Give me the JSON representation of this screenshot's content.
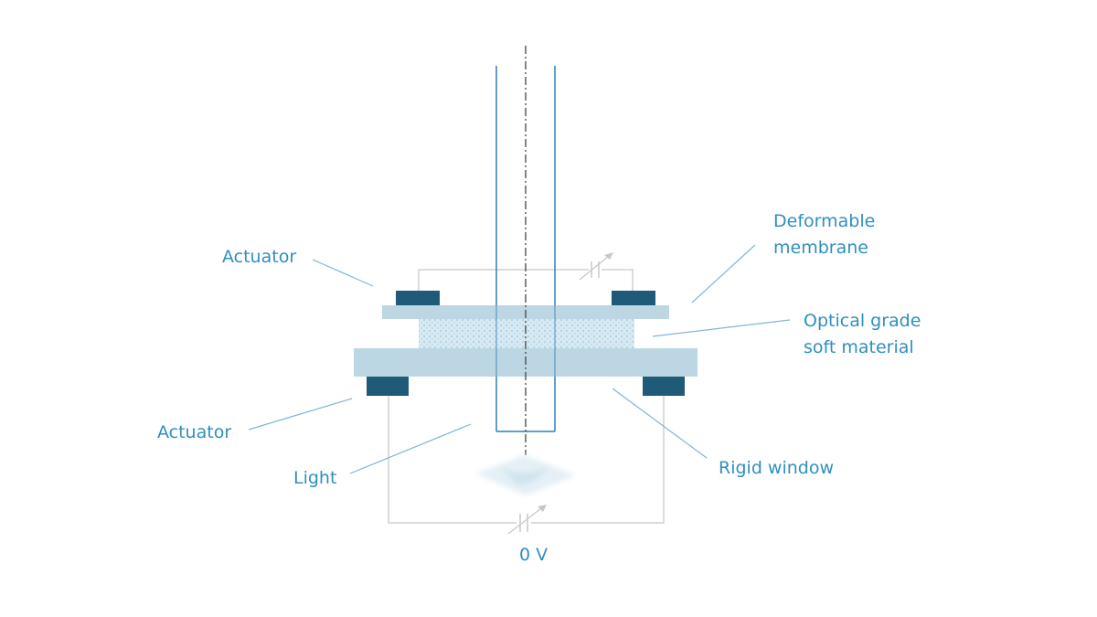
{
  "labels": {
    "actuator_top": "Actuator",
    "actuator_bottom": "Actuator",
    "membrane_line1": "Deformable",
    "membrane_line2": "membrane",
    "soft_line1": "Optical grade",
    "soft_line2": "soft material",
    "rigid_window": "Rigid window",
    "light": "Light",
    "voltage": "0 V"
  },
  "colors": {
    "label_text": "#2f8fbf",
    "leader_line": "#7fb7d4",
    "tube_line": "#2f7fb3",
    "plate_fill": "#bcd7e3",
    "actuator_fill": "#1f5a78",
    "circuit_wire": "#d0d0d0",
    "axis_line": "#444444"
  }
}
